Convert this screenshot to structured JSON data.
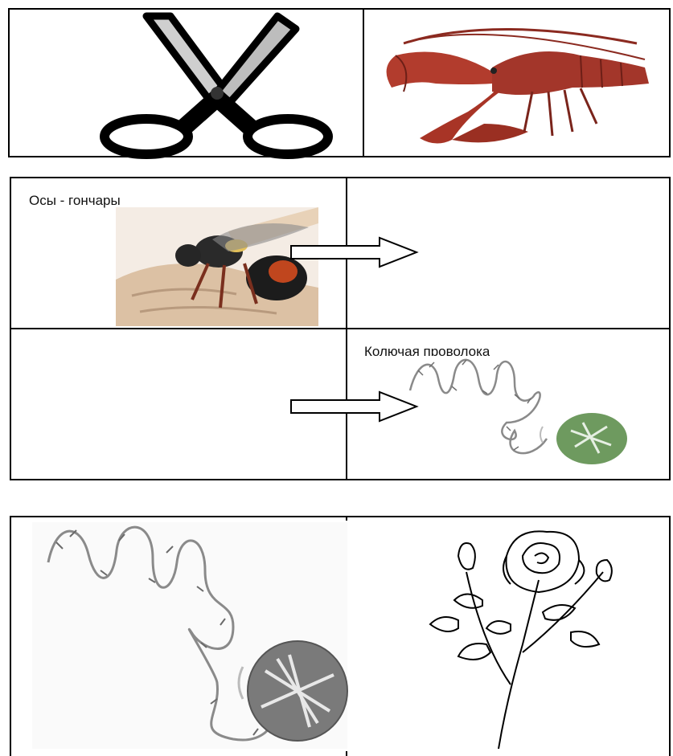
{
  "panels": [
    {
      "id": "scissors-lobster",
      "cells": [
        {
          "image": "scissors-icon"
        },
        {
          "image": "lobster-photo"
        }
      ]
    },
    {
      "id": "wasp-invention",
      "rows": [
        {
          "left_label": "Осы - гончары",
          "left_image": "potter-wasp-photo",
          "arrow": "right-arrow-icon"
        },
        {
          "right_label": "Колючая проволока",
          "right_image": "barbed-wire-drawing",
          "arrow": "right-arrow-icon"
        }
      ]
    },
    {
      "id": "wire-rose",
      "cells": [
        {
          "image": "barbed-wire-drawing"
        },
        {
          "image": "rose-drawing"
        }
      ]
    }
  ],
  "colors": {
    "border": "#000000",
    "lobster": "#a3362a",
    "wire_tag": "#6e9a5f"
  }
}
